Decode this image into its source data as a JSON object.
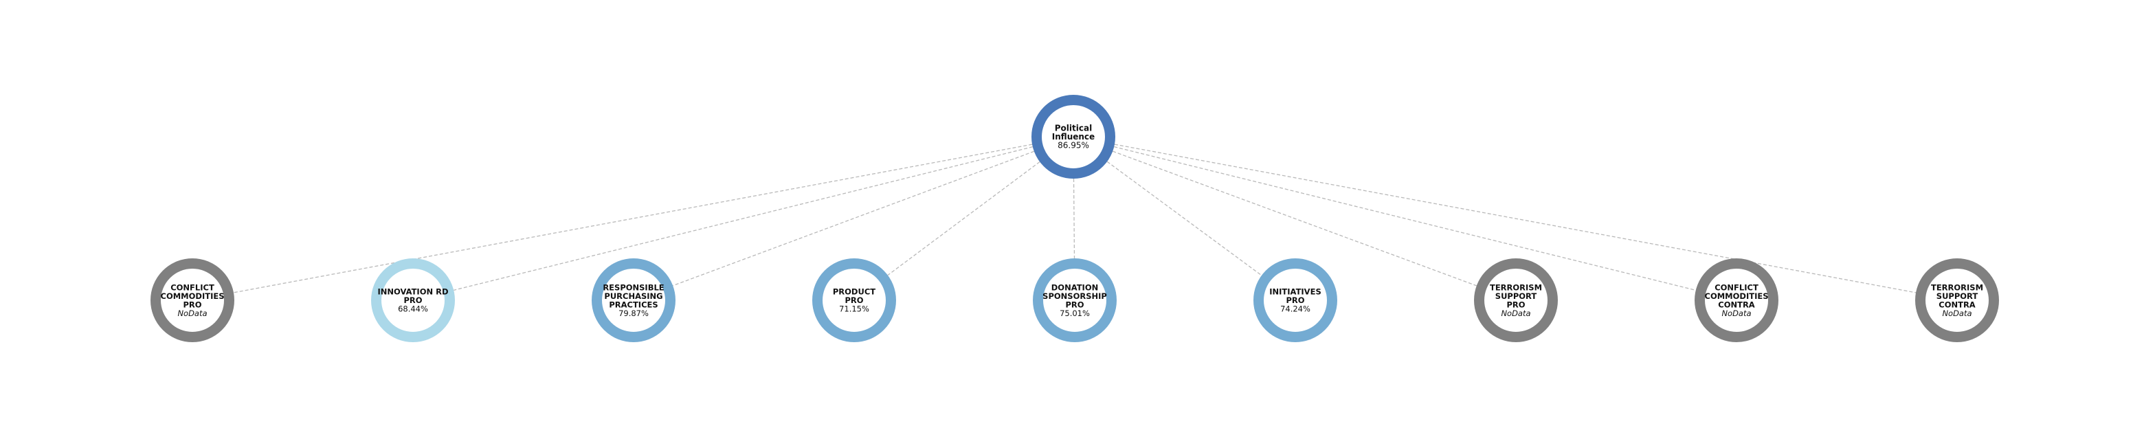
{
  "colors": {
    "root_ring": "#4a79b9",
    "nodata_ring": "#808080",
    "edge": "#b9b9b9"
  },
  "root": {
    "label_lines": [
      "Political",
      "Influence"
    ],
    "value": "86.95%",
    "ring_color": "#4a79b9"
  },
  "children": [
    {
      "id": "conflict-commodities-pro",
      "label_lines": [
        "CONFLICT",
        "COMMODITIES",
        "PRO"
      ],
      "value": "NoData",
      "no_data": true,
      "ring_color": "#808080"
    },
    {
      "id": "innovation-rd-pro",
      "label_lines": [
        "INNOVATION RD",
        "PRO"
      ],
      "value": "68.44%",
      "no_data": false,
      "ring_color": "#abd8e9"
    },
    {
      "id": "responsible-purchasing-practices",
      "label_lines": [
        "RESPONSIBLE",
        "PURCHASING",
        "PRACTICES"
      ],
      "value": "79.87%",
      "no_data": false,
      "ring_color": "#74abd2"
    },
    {
      "id": "product-pro",
      "label_lines": [
        "PRODUCT",
        "PRO"
      ],
      "value": "71.15%",
      "no_data": false,
      "ring_color": "#74abd2"
    },
    {
      "id": "donation-sponsorship-pro",
      "label_lines": [
        "DONATION",
        "SPONSORSHIP",
        "PRO"
      ],
      "value": "75.01%",
      "no_data": false,
      "ring_color": "#74abd2"
    },
    {
      "id": "initiatives-pro",
      "label_lines": [
        "INITIATIVES",
        "PRO"
      ],
      "value": "74.24%",
      "no_data": false,
      "ring_color": "#74abd2"
    },
    {
      "id": "terrorism-support-pro",
      "label_lines": [
        "TERRORISM",
        "SUPPORT",
        "PRO"
      ],
      "value": "NoData",
      "no_data": true,
      "ring_color": "#808080"
    },
    {
      "id": "conflict-commodities-contra",
      "label_lines": [
        "CONFLICT",
        "COMMODITIES",
        "CONTRA"
      ],
      "value": "NoData",
      "no_data": true,
      "ring_color": "#808080"
    },
    {
      "id": "terrorism-support-contra",
      "label_lines": [
        "TERRORISM",
        "SUPPORT",
        "CONTRA"
      ],
      "value": "NoData",
      "no_data": true,
      "ring_color": "#808080"
    }
  ]
}
